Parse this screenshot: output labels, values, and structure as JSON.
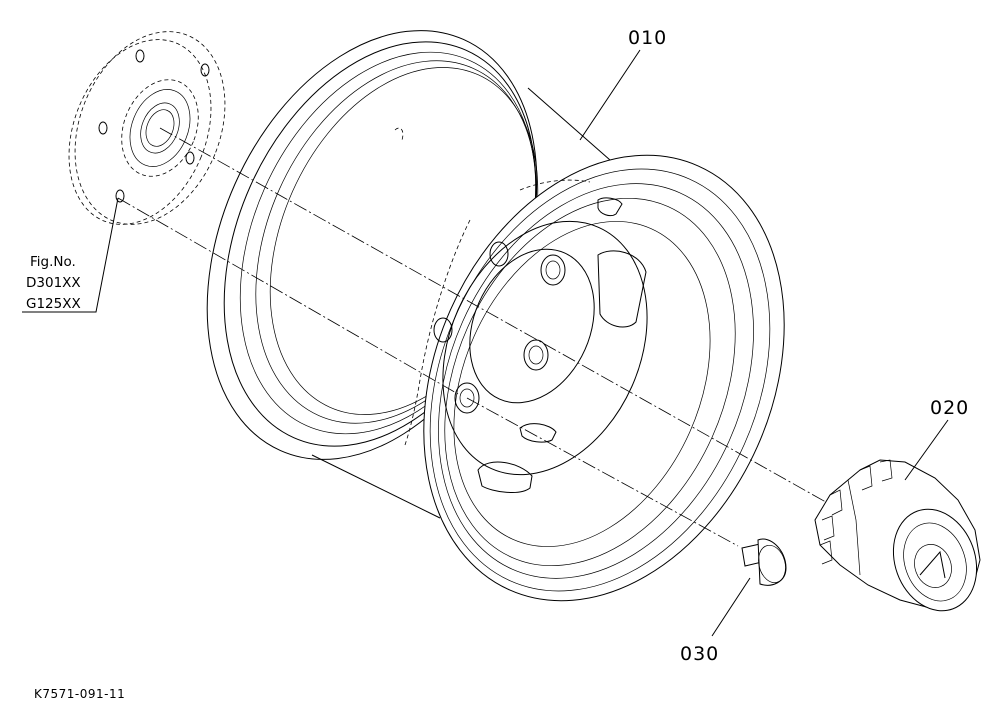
{
  "parts": [
    {
      "id": "rim",
      "callout": "010"
    },
    {
      "id": "cap",
      "callout": "020"
    },
    {
      "id": "bolt",
      "callout": "030"
    }
  ],
  "figure_reference": {
    "line1": "Fig.No.",
    "line2": "D301XX",
    "line3": "G125XX"
  },
  "document_id": "K7571-091-11",
  "colors": {
    "line": "#000000",
    "background": "#ffffff"
  }
}
